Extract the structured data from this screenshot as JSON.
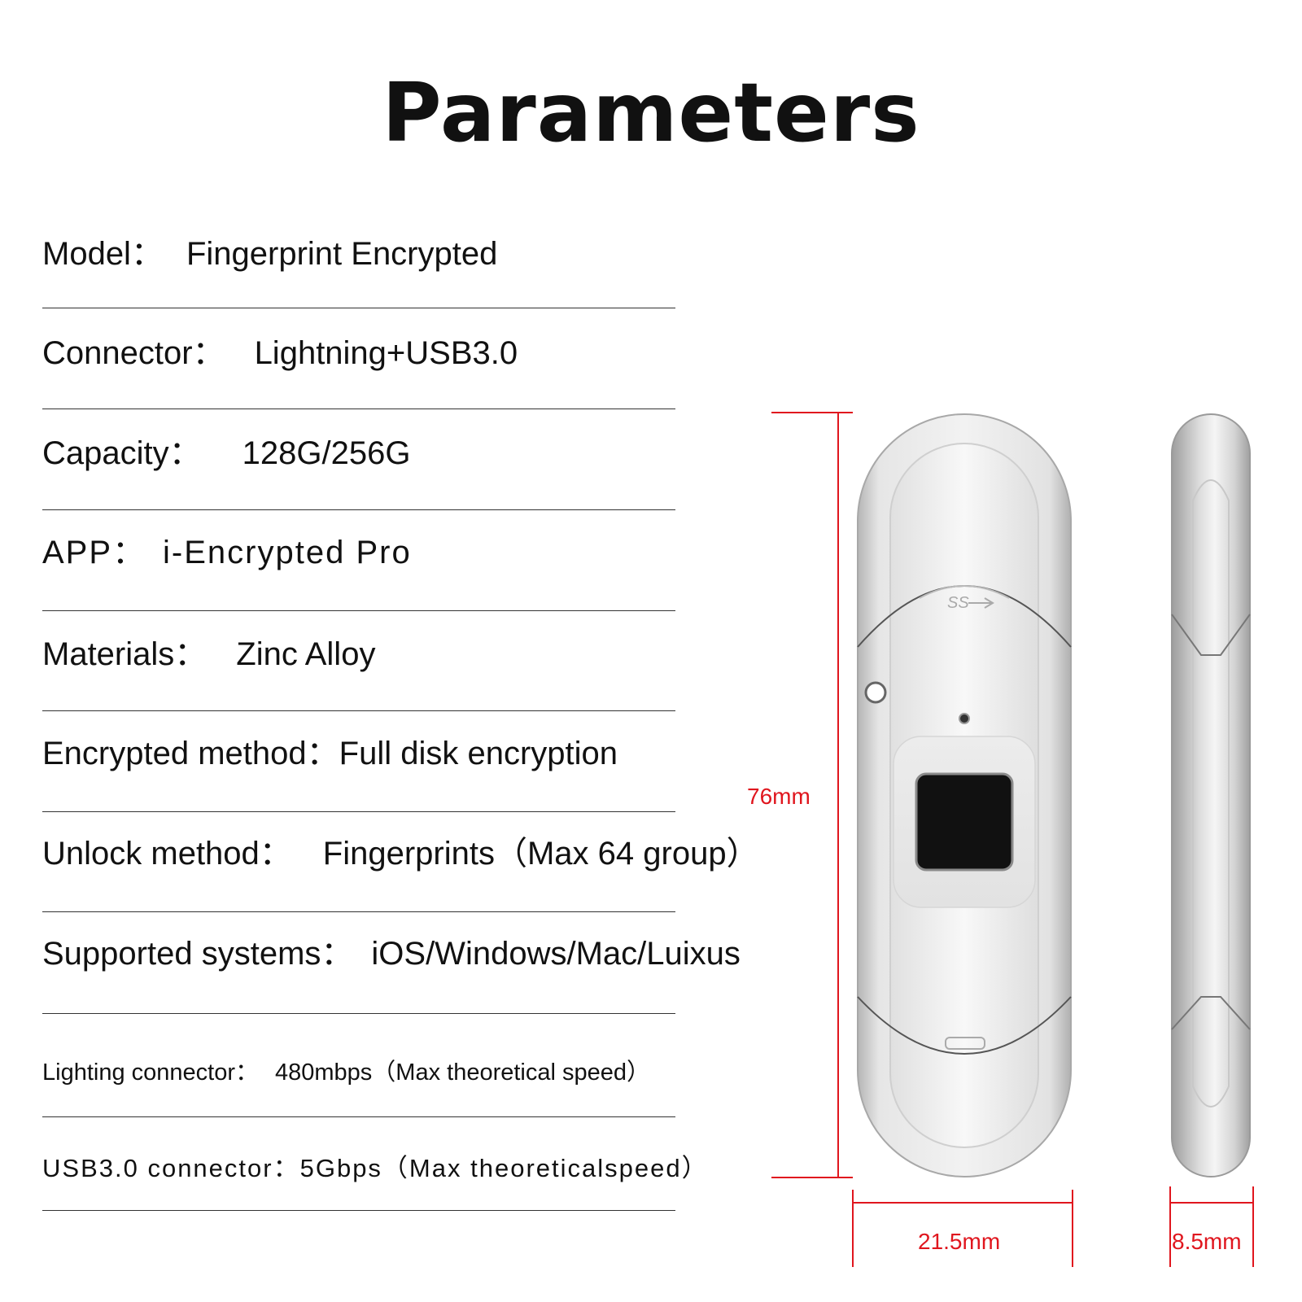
{
  "title": "Parameters",
  "params": [
    {
      "label": "Model：",
      "value": "Fingerprint Encrypted"
    },
    {
      "label": "Connector：",
      "value": "Lightning+USB3.0"
    },
    {
      "label": "Capacity：",
      "value": "128G/256G"
    },
    {
      "label": "APP：",
      "value": "i-Encrypted Pro"
    },
    {
      "label": "Materials：",
      "value": "Zinc Alloy"
    },
    {
      "label": "Encrypted method：",
      "value": "Full disk encryption"
    },
    {
      "label": "Unlock method：",
      "value": "Fingerprints（Max 64 group）"
    },
    {
      "label": "Supported systems：",
      "value": "iOS/Windows/Mac/Luixus"
    },
    {
      "label": "Lighting connector：",
      "value": "480mbps（Max theoretical speed）"
    },
    {
      "label": "USB3.0 connector：",
      "value": "5Gbps（Max theoreticalspeed）"
    }
  ],
  "dimensions": {
    "height": "76mm",
    "width": "21.5mm",
    "thickness": "8.5mm"
  },
  "device": {
    "usb_logo": "SS"
  },
  "colors": {
    "dimension_red": "#e0161e",
    "metal": "#c9c9c9",
    "sensor": "#111111"
  }
}
